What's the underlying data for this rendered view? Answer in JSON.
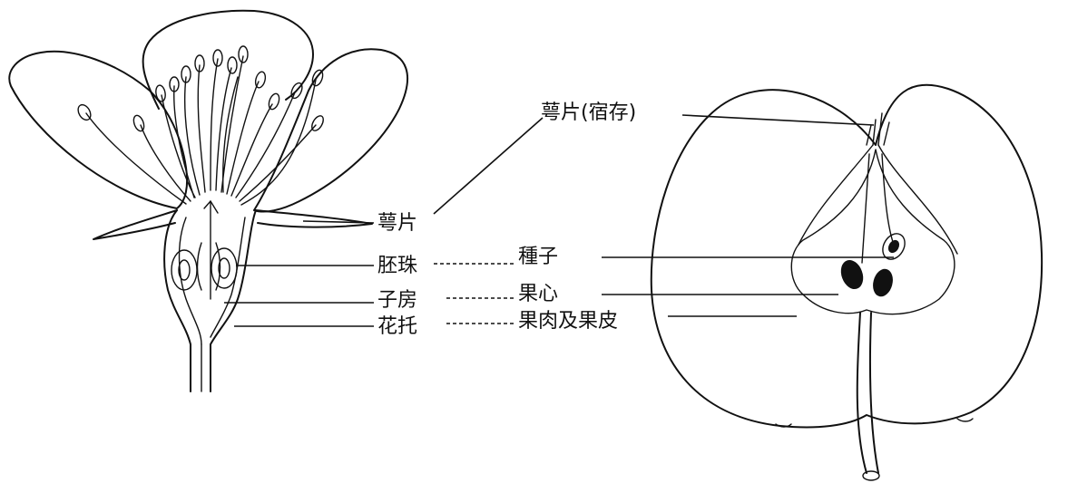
{
  "labels": {
    "sepal_persistent": "萼片(宿存)",
    "sepal": "萼片",
    "ovule": "胚珠",
    "ovary": "子房",
    "receptacle": "花托",
    "seed": "種子",
    "core": "果心",
    "flesh_and_skin": "果肉及果皮"
  }
}
